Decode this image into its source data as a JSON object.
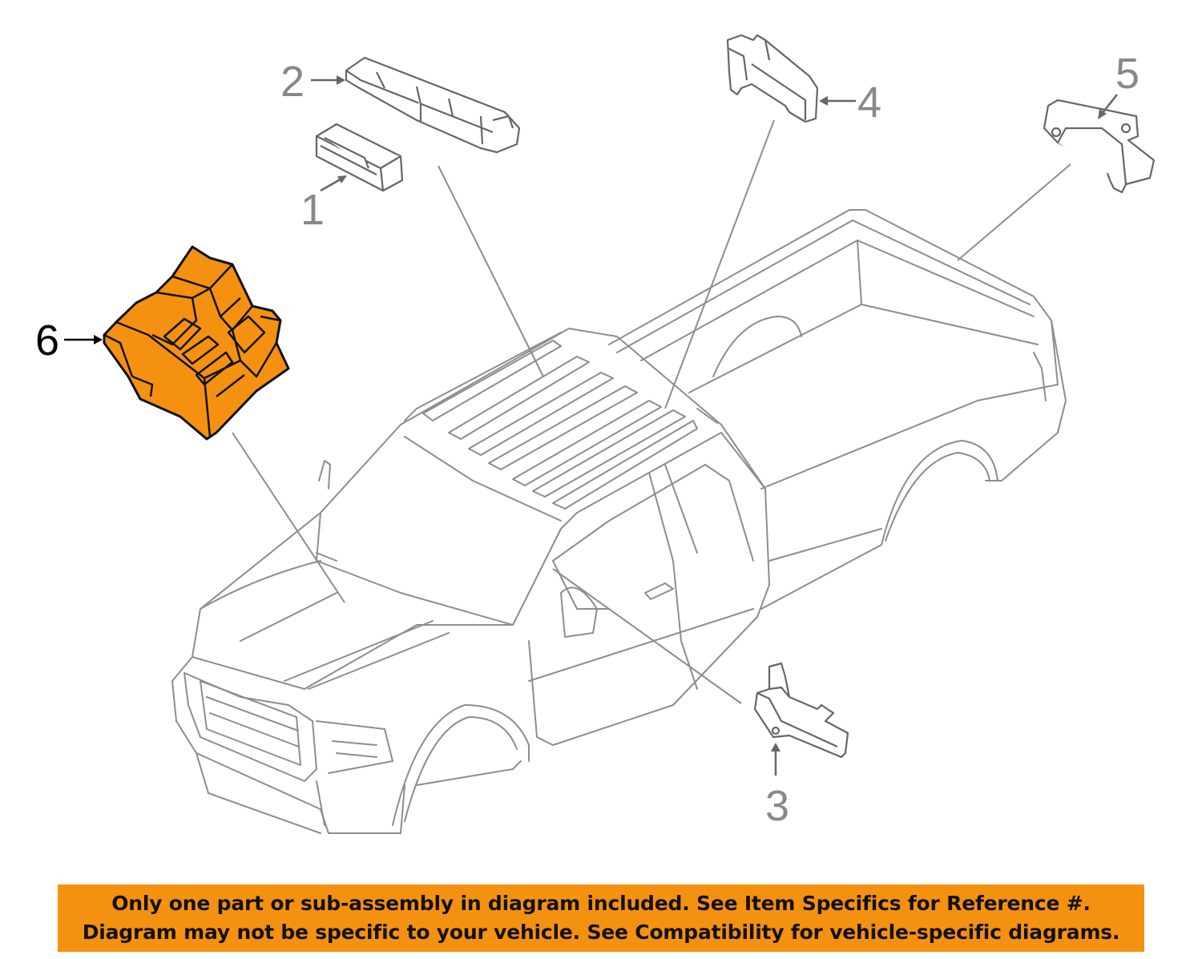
{
  "diagram": {
    "highlight_color": "#f59110",
    "line_color": "#8d8d8d",
    "callouts": [
      {
        "id": "1",
        "label": "1"
      },
      {
        "id": "2",
        "label": "2"
      },
      {
        "id": "3",
        "label": "3"
      },
      {
        "id": "4",
        "label": "4"
      },
      {
        "id": "5",
        "label": "5"
      },
      {
        "id": "6",
        "label": "6",
        "highlighted": true
      }
    ]
  },
  "disclaimer": {
    "background": "#f59110",
    "line1": "Only one part or sub-assembly in diagram included. See Item Specifics for Reference #.",
    "line2": "Diagram may not be specific to your vehicle. See Compatibility for vehicle-specific diagrams."
  }
}
